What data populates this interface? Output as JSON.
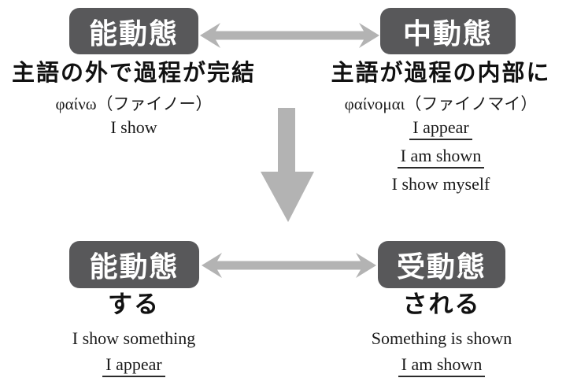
{
  "colors": {
    "box_background": "#58585A",
    "box_text": "#FFFFFF",
    "arrow": "#B3B3B3",
    "text": "#1A1A1A"
  },
  "icons": {
    "horizontal_double_arrow": "double-headed-arrow",
    "down_arrow": "down-arrow"
  },
  "top_row": {
    "active": {
      "box_label": "能動態",
      "description": "主語の外で過程が完結",
      "greek": "φαίνω（ファイノー）",
      "examples": [
        {
          "text": "I show",
          "underlined": false
        }
      ]
    },
    "middle": {
      "box_label": "中動態",
      "description": "主語が過程の内部に",
      "greek": "φαίνομαι（ファイノマイ）",
      "examples": [
        {
          "text": "I appear",
          "underlined": true
        },
        {
          "text": "I am shown",
          "underlined": true
        },
        {
          "text": "I show myself",
          "underlined": false
        }
      ]
    }
  },
  "bottom_row": {
    "active": {
      "box_label": "能動態",
      "description": "する",
      "examples": [
        {
          "text": "I show something",
          "underlined": false
        },
        {
          "text": "I appear",
          "underlined": true
        }
      ]
    },
    "passive": {
      "box_label": "受動態",
      "description": "される",
      "examples": [
        {
          "text": "Something is shown",
          "underlined": false
        },
        {
          "text": "I am shown",
          "underlined": true
        }
      ]
    }
  }
}
